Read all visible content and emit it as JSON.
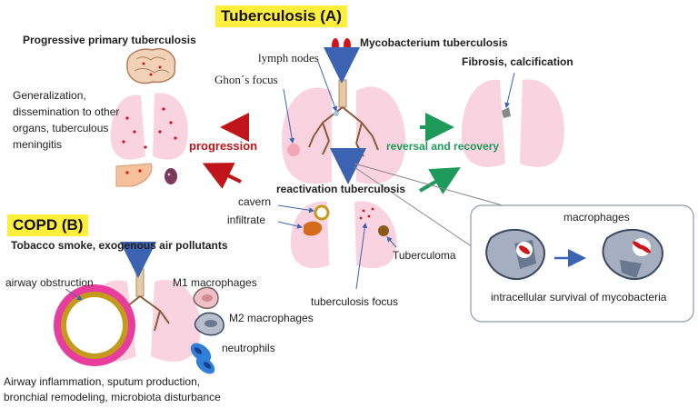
{
  "tb_title": "Tuberculosis (A)",
  "copd_title": "COPD (B)",
  "labels": {
    "progressive_primary": "Progressive primary tuberculosis",
    "generalization": [
      "Generalization,",
      "dissemination to other",
      "organs, tuberculous",
      "meningitis"
    ],
    "lymph_nodes": "lymph nodes",
    "ghon_focus": "Ghon´s focus",
    "mycobacterium": "Mycobacterium tuberculosis",
    "fibrosis": "Fibrosis, calcification",
    "progression": "progression",
    "reversal": "reversal and recovery",
    "reactivation": "reactivation tuberculosis",
    "cavern": "cavern",
    "infiltrate": "infiltrate",
    "tuberculoma": "Tuberculoma",
    "tb_focus": "tuberculosis focus",
    "macrophages": "macrophages",
    "intracellular": "intracellular survival of mycobacteria",
    "tobacco": "Tobacco smoke, exogenous air pollutants",
    "airway_obstruction": "airway obstruction",
    "m1": "M1 macrophages",
    "m2": "M2 macrophages",
    "neutrophils": "neutrophils",
    "airway_inflammation": [
      "Airway inflammation, sputum production,",
      "bronchial remodeling, microbiota disturbance"
    ]
  },
  "colors": {
    "lung": "#f9d3df",
    "progression": "#c0141b",
    "reversal": "#1e9a5a",
    "arrow_blue": "#3b63b2",
    "title_bg": "#ffef3a",
    "bacteria": "#d4121a"
  }
}
